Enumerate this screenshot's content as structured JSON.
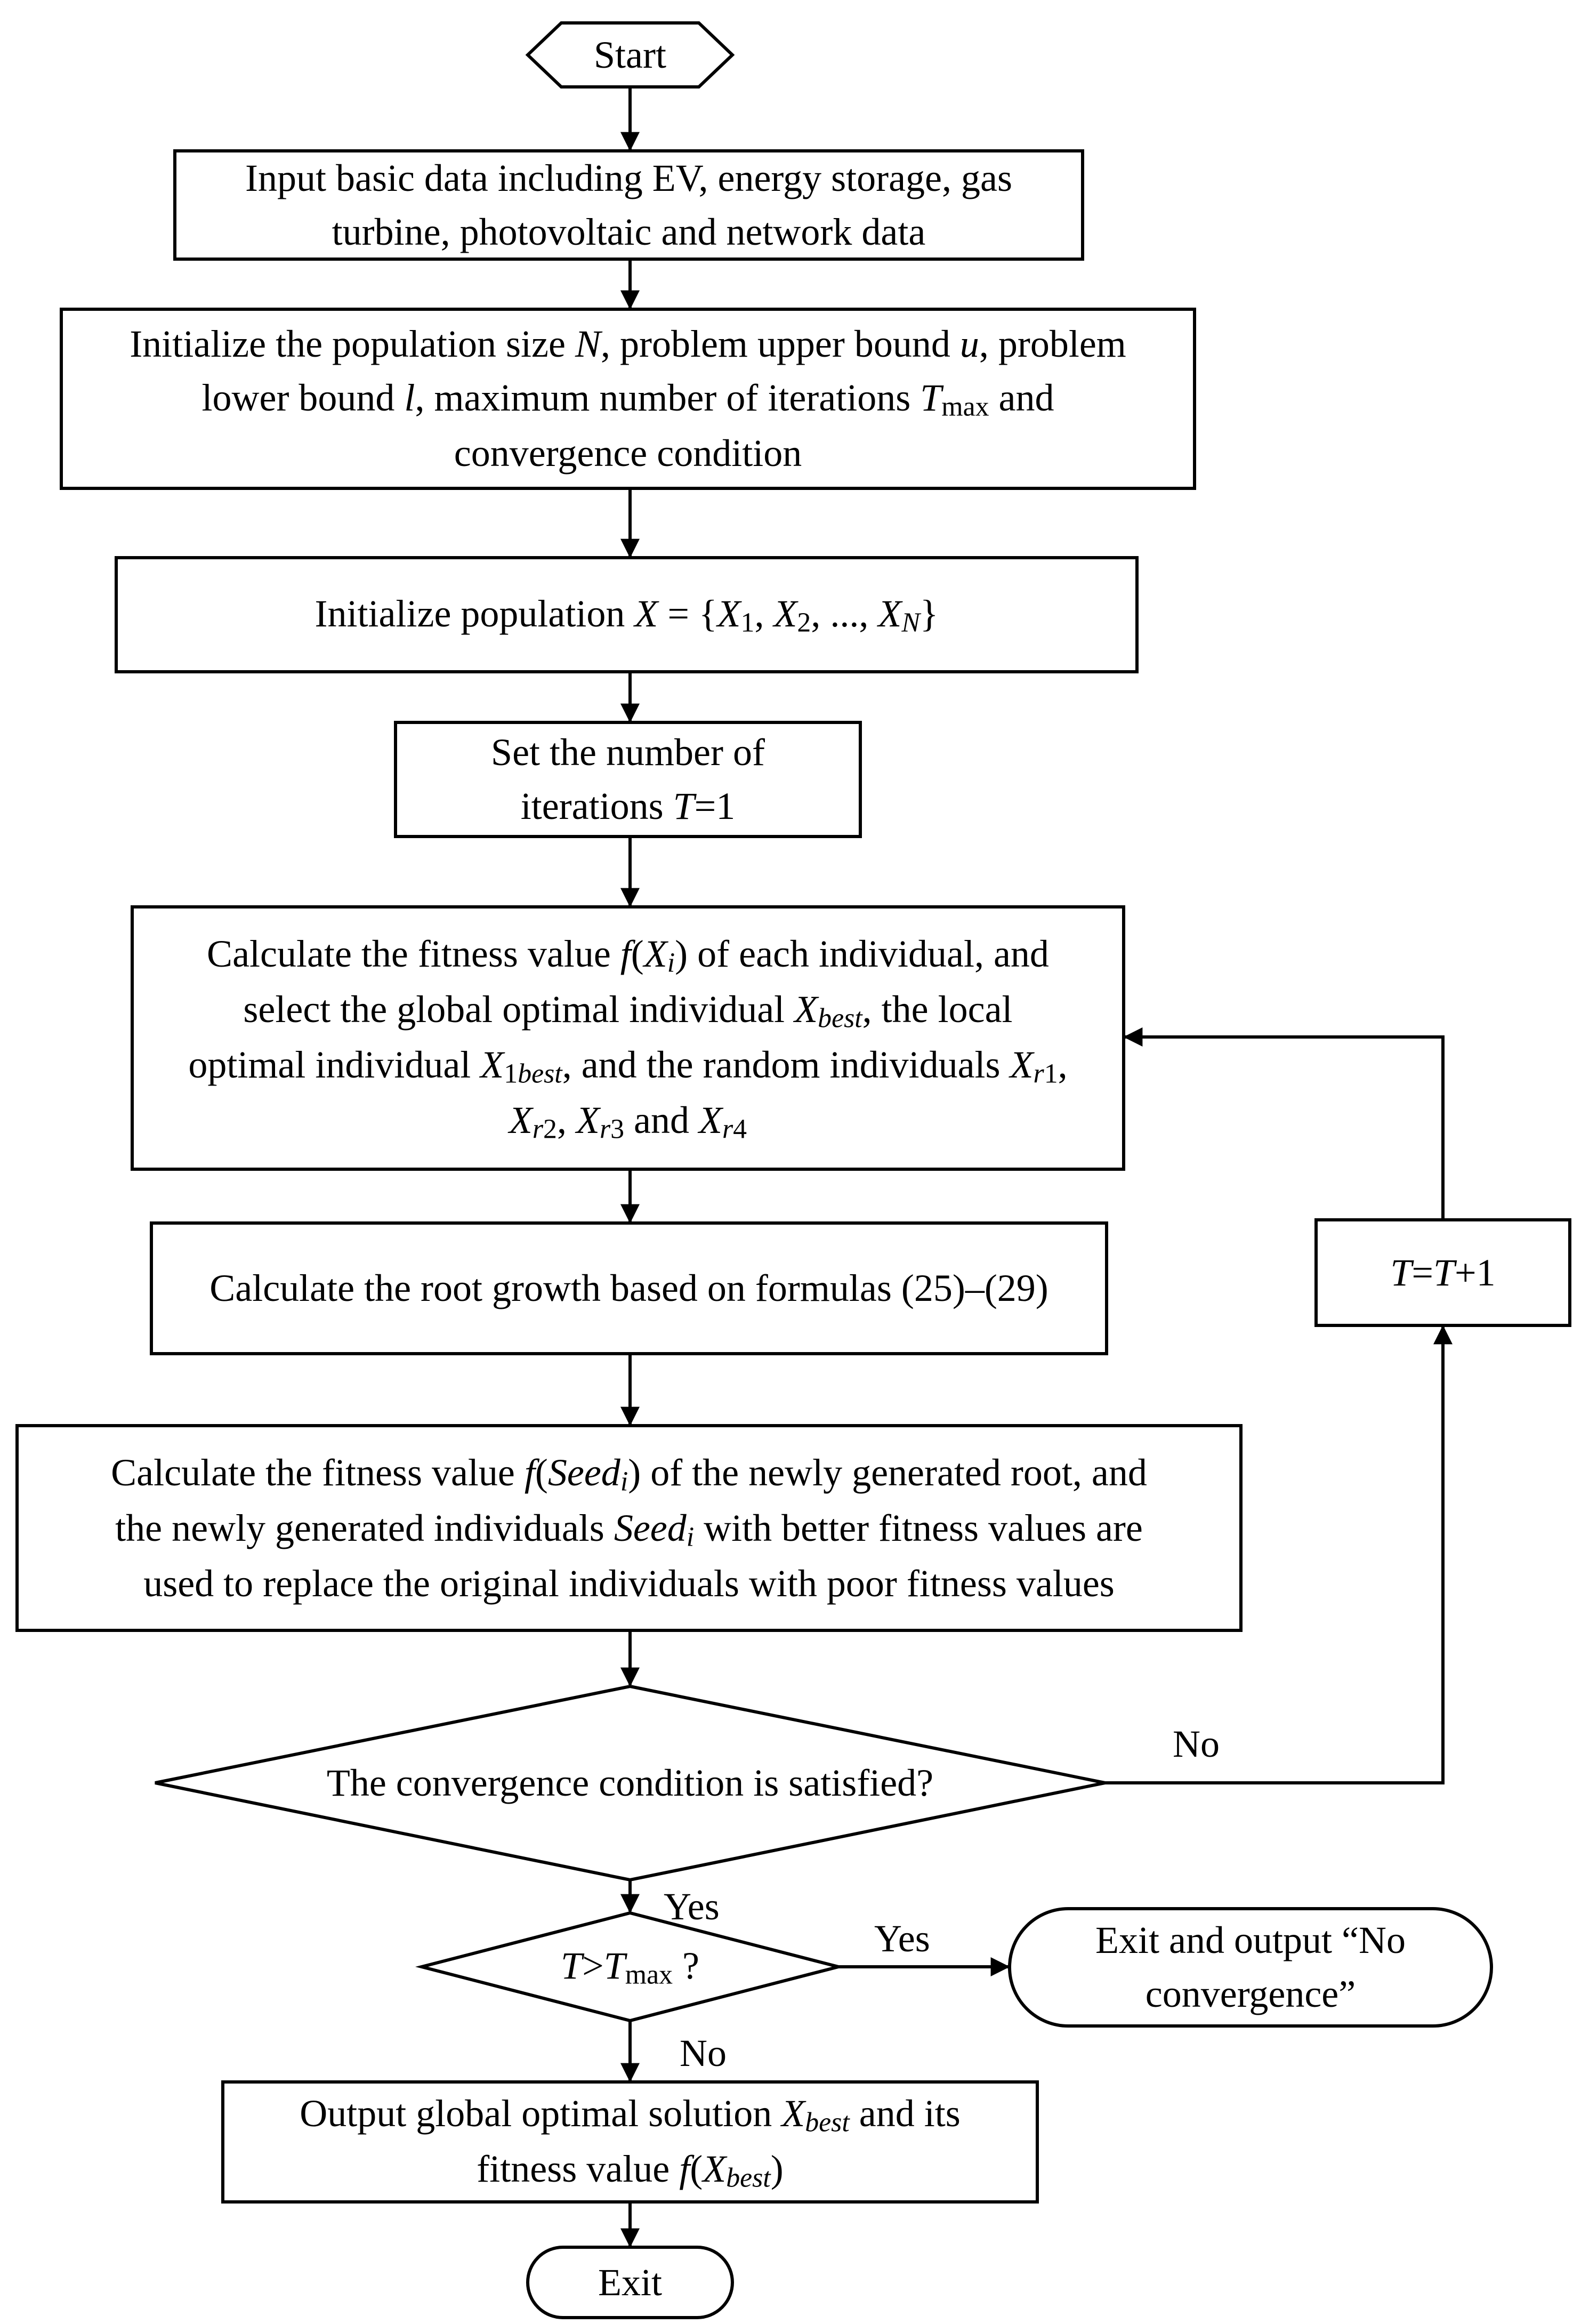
{
  "nodes": {
    "start": {
      "label": "Start"
    },
    "input": {
      "line1": "Input basic data including EV, energy storage, gas",
      "line2": "turbine,  photovoltaic and  network data"
    },
    "init_params": {
      "l1a": "Initialize the population size ",
      "l1b": "N",
      "l1c": ", problem upper bound ",
      "l1d": "u",
      "l1e": ", problem",
      "l2a": "lower bound ",
      "l2b": "l",
      "l2c": ", maximum number of iterations ",
      "l2d": "T",
      "l2e": "max",
      "l2f": " and",
      "l3": "convergence condition"
    },
    "init_pop": {
      "a": "Initialize population ",
      "b": "X",
      "c": " = {",
      "d": "X",
      "e": "1",
      "f": ", ",
      "g": "X",
      "h": "2",
      "i": ", ..., ",
      "j": "X",
      "k": "N",
      "l": "}"
    },
    "set_iter": {
      "line1": "Set the number of",
      "l2a": "iterations ",
      "l2b": "T",
      "l2c": "=1"
    },
    "fitness": {
      "l1a": "Calculate the fitness value ",
      "l1b": "f",
      "l1c": "(",
      "l1d": "X",
      "l1e": "i",
      "l1f": ") of each individual, and",
      "l2a": "select the global optimal individual ",
      "l2b": "X",
      "l2c": "best",
      "l2d": ", the local",
      "l3a": "optimal individual ",
      "l3b": "X",
      "l3c": "1",
      "l3d": "best",
      "l3e": ", and the random individuals ",
      "l3f": "X",
      "l3g": "r",
      "l3h": "1",
      "l3i": ",",
      "l4a": "X",
      "l4b": "r",
      "l4c": "2",
      "l4d": ", ",
      "l4e": "X",
      "l4f": "r",
      "l4g": "3",
      "l4h": " and ",
      "l4i": "X",
      "l4j": "r",
      "l4k": "4"
    },
    "root_growth": {
      "label": "Calculate the root growth based on formulas (25)–(29)"
    },
    "seed": {
      "l1a": "Calculate the fitness value ",
      "l1b": "f",
      "l1c": "(",
      "l1d": "Seed",
      "l1e": "i",
      "l1f": ") of the newly generated root, and",
      "l2a": "the newly generated individuals ",
      "l2b": "Seed",
      "l2c": "i",
      "l2d": " with better fitness values are",
      "l3": "used to replace the original individuals with poor fitness values"
    },
    "convergence": {
      "label": "The convergence condition is satisfied?"
    },
    "tmax_check": {
      "a": "T",
      "b": ">",
      "c": "T",
      "d": "max",
      "e": " ?"
    },
    "exit_noconv": {
      "line1": "Exit and output  “No",
      "line2": "convergence”"
    },
    "output": {
      "l1a": "Output global optimal solution ",
      "l1b": "X",
      "l1c": "best",
      "l1d": " and its",
      "l2a": "fitness value ",
      "l2b": "f",
      "l2c": "(",
      "l2d": "X",
      "l2e": "best",
      "l2f": ")"
    },
    "increment": {
      "a": "T",
      "b": "=",
      "c": "T",
      "d": "+1"
    },
    "exit": {
      "label": "Exit"
    }
  },
  "edges": {
    "conv_no": "No",
    "conv_yes": "Yes",
    "tmax_yes": "Yes",
    "tmax_no": "No"
  }
}
